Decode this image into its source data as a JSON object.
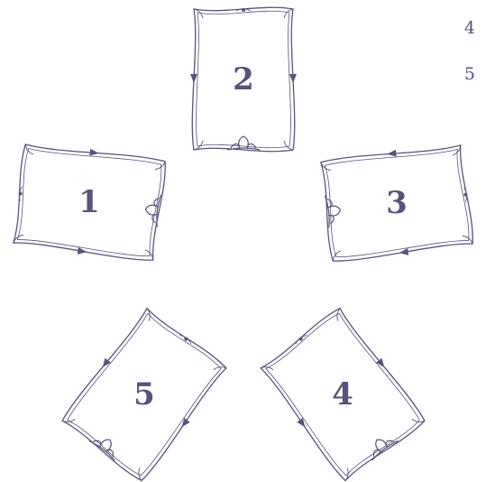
{
  "spread": {
    "ink_color": "#5a5278",
    "cards": [
      {
        "id": "card-1",
        "number": "1",
        "icon": "fleur-de-lis-icon"
      },
      {
        "id": "card-2",
        "number": "2",
        "icon": "fleur-de-lis-icon"
      },
      {
        "id": "card-3",
        "number": "3",
        "icon": "fleur-de-lis-icon"
      },
      {
        "id": "card-4",
        "number": "4",
        "icon": "fleur-de-lis-icon"
      },
      {
        "id": "card-5",
        "number": "5",
        "icon": "fleur-de-lis-icon"
      }
    ]
  },
  "side_list": [
    "4",
    "5"
  ]
}
